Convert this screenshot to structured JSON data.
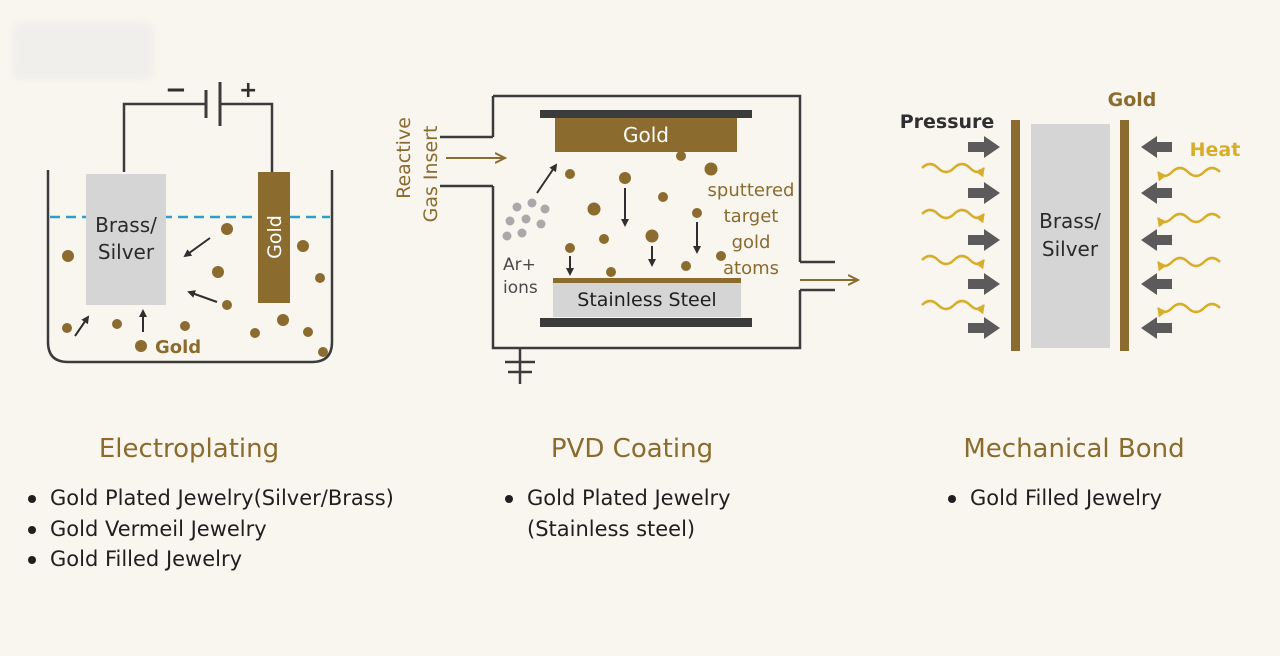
{
  "electroplating": {
    "polarity_minus": "−",
    "polarity_plus": "+",
    "cathode_label_line1": "Brass/",
    "cathode_label_line2": "Silver",
    "anode_label": "Gold",
    "particle_label": "Gold",
    "caption": "Electroplating",
    "bullets": [
      "Gold Plated Jewelry(Silver/Brass)",
      "Gold Vermeil Jewelry",
      "Gold Filled Jewelry"
    ]
  },
  "pvd": {
    "gas_label_line1": "Reactive",
    "gas_label_line2": "Gas Insert",
    "target_label": "Gold",
    "ions_label_line1": "Ar+",
    "ions_label_line2": "ions",
    "atoms_label": [
      "sputtered",
      "target",
      "gold",
      "atoms"
    ],
    "substrate_label": "Stainless Steel",
    "caption": "PVD Coating",
    "bullets": [
      "Gold Plated Jewelry",
      "(Stainless steel)"
    ]
  },
  "mechanical": {
    "gold_label": "Gold",
    "pressure_label": "Pressure",
    "heat_label": "Heat",
    "core_label_line1": "Brass/",
    "core_label_line2": "Silver",
    "caption": "Mechanical Bond",
    "bullets": [
      "Gold Filled Jewelry"
    ]
  },
  "colors": {
    "gold": "#8b6b2e",
    "gold_light": "#d8ad2c",
    "gray_block": "#d5d5d5",
    "dark_bar": "#3b3b3b",
    "electrolyte_line": "#2e9fd0",
    "arrow_gray": "#5b5b5b"
  }
}
